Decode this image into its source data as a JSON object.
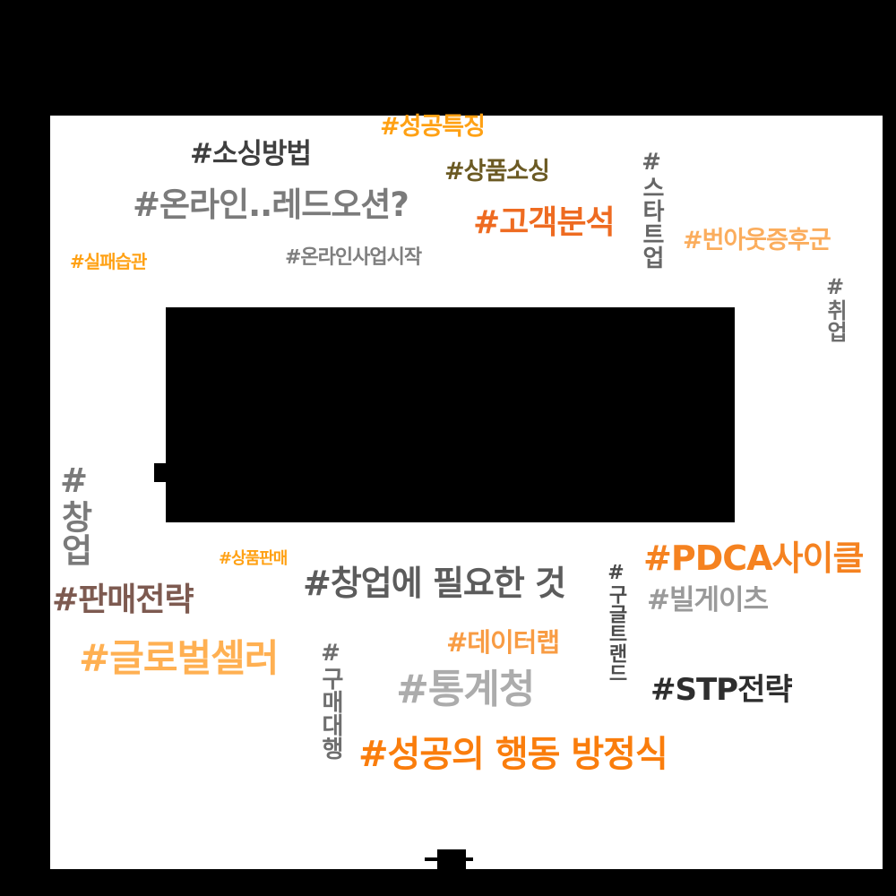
{
  "canvas": {
    "background_color": "#000000",
    "panel_color": "#FFFFFF",
    "description": "hashtag word-cloud thumbnail with large blacked-out center block"
  },
  "censored_block": {
    "color": "#000000",
    "note": "solid black rectangle covering center of image"
  },
  "bottom_mark": {
    "color": "#000000",
    "note": "small black square with horizontal line at bottom center"
  },
  "tags": [
    {
      "text": "#성공특징",
      "color": "#FFA114",
      "orientation": "horizontal"
    },
    {
      "text": "#소싱방법",
      "color": "#3F3F3F",
      "orientation": "horizontal"
    },
    {
      "text": "#상품소싱",
      "color": "#6B5A23",
      "orientation": "horizontal"
    },
    {
      "text": "#온라인..레드오션?",
      "color": "#7B7B7B",
      "orientation": "horizontal"
    },
    {
      "text": "#스타트업",
      "color": "#666666",
      "orientation": "vertical"
    },
    {
      "text": "#고객분석",
      "color": "#EE6B21",
      "orientation": "horizontal"
    },
    {
      "text": "#번아웃증후군",
      "color": "#FBAD5D",
      "orientation": "horizontal"
    },
    {
      "text": "#온라인사업시작",
      "color": "#7F7F7F",
      "orientation": "horizontal"
    },
    {
      "text": "#실패습관",
      "color": "#FFA114",
      "orientation": "horizontal"
    },
    {
      "text": "#취업",
      "color": "#6E6E6E",
      "orientation": "vertical"
    },
    {
      "text": "#창업",
      "color": "#7A7A7A",
      "orientation": "vertical"
    },
    {
      "text": "#상품판매",
      "color": "#FFA114",
      "orientation": "horizontal"
    },
    {
      "text": "#PDCA사이클",
      "color": "#F58220",
      "orientation": "horizontal"
    },
    {
      "text": "#창업에 필요한 것",
      "color": "#5C5C5C",
      "orientation": "horizontal"
    },
    {
      "text": "#구글트랜드",
      "color": "#4A4A4A",
      "orientation": "vertical"
    },
    {
      "text": "#빌게이츠",
      "color": "#9A9A9A",
      "orientation": "horizontal"
    },
    {
      "text": "#판매전략",
      "color": "#7D5A50",
      "orientation": "horizontal"
    },
    {
      "text": "#데이터랩",
      "color": "#F89C44",
      "orientation": "horizontal"
    },
    {
      "text": "#글로벌셀러",
      "color": "#FFB052",
      "orientation": "horizontal"
    },
    {
      "text": "#구매대행",
      "color": "#6E6E6E",
      "orientation": "vertical"
    },
    {
      "text": "#통계청",
      "color": "#ACACAC",
      "orientation": "horizontal"
    },
    {
      "text": "#STP전략",
      "color": "#2E2E2E",
      "orientation": "horizontal"
    },
    {
      "text": "#성공의 행동 방정식",
      "color": "#FA7D0C",
      "orientation": "horizontal"
    }
  ]
}
